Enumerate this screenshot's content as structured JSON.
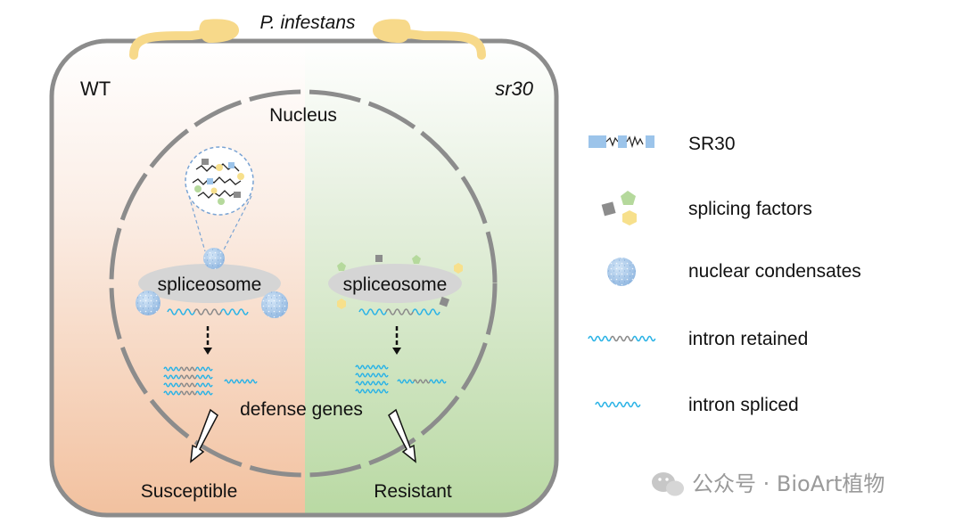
{
  "pathogen": {
    "label": "P. infestans"
  },
  "cell": {
    "left_label": "WT",
    "right_label": "sr30",
    "nucleus_label": "Nucleus",
    "spliceosome_left": "spliceosome",
    "spliceosome_right": "spliceosome",
    "defense_label": "defense genes",
    "outcome_left": "Susceptible",
    "outcome_right": "Resistant"
  },
  "legend": [
    {
      "key": "sr30",
      "label": "SR30",
      "icon": "sr30-protein-icon"
    },
    {
      "key": "splicing_factors",
      "label": "splicing factors",
      "icon": "splicing-factors-icon"
    },
    {
      "key": "condensates",
      "label": "nuclear condensates",
      "icon": "nuclear-condensate-icon"
    },
    {
      "key": "retained",
      "label": "intron retained",
      "icon": "intron-retained-icon"
    },
    {
      "key": "spliced",
      "label": "intron spliced",
      "icon": "intron-spliced-icon"
    }
  ],
  "watermark": {
    "text": "公众号 · BioArt植物"
  },
  "colors": {
    "wt_bottom": "#f2c19f",
    "sr30_bottom": "#b9d9a3",
    "exon": "#2bb3e6",
    "intron": "#8a8a8a",
    "condensate": "#a9c8e8",
    "pathogen": "#f7d98a",
    "gray_factor": "#8c8c8c",
    "green_factor": "#b5d99c",
    "yellow_factor": "#f7e08c"
  }
}
